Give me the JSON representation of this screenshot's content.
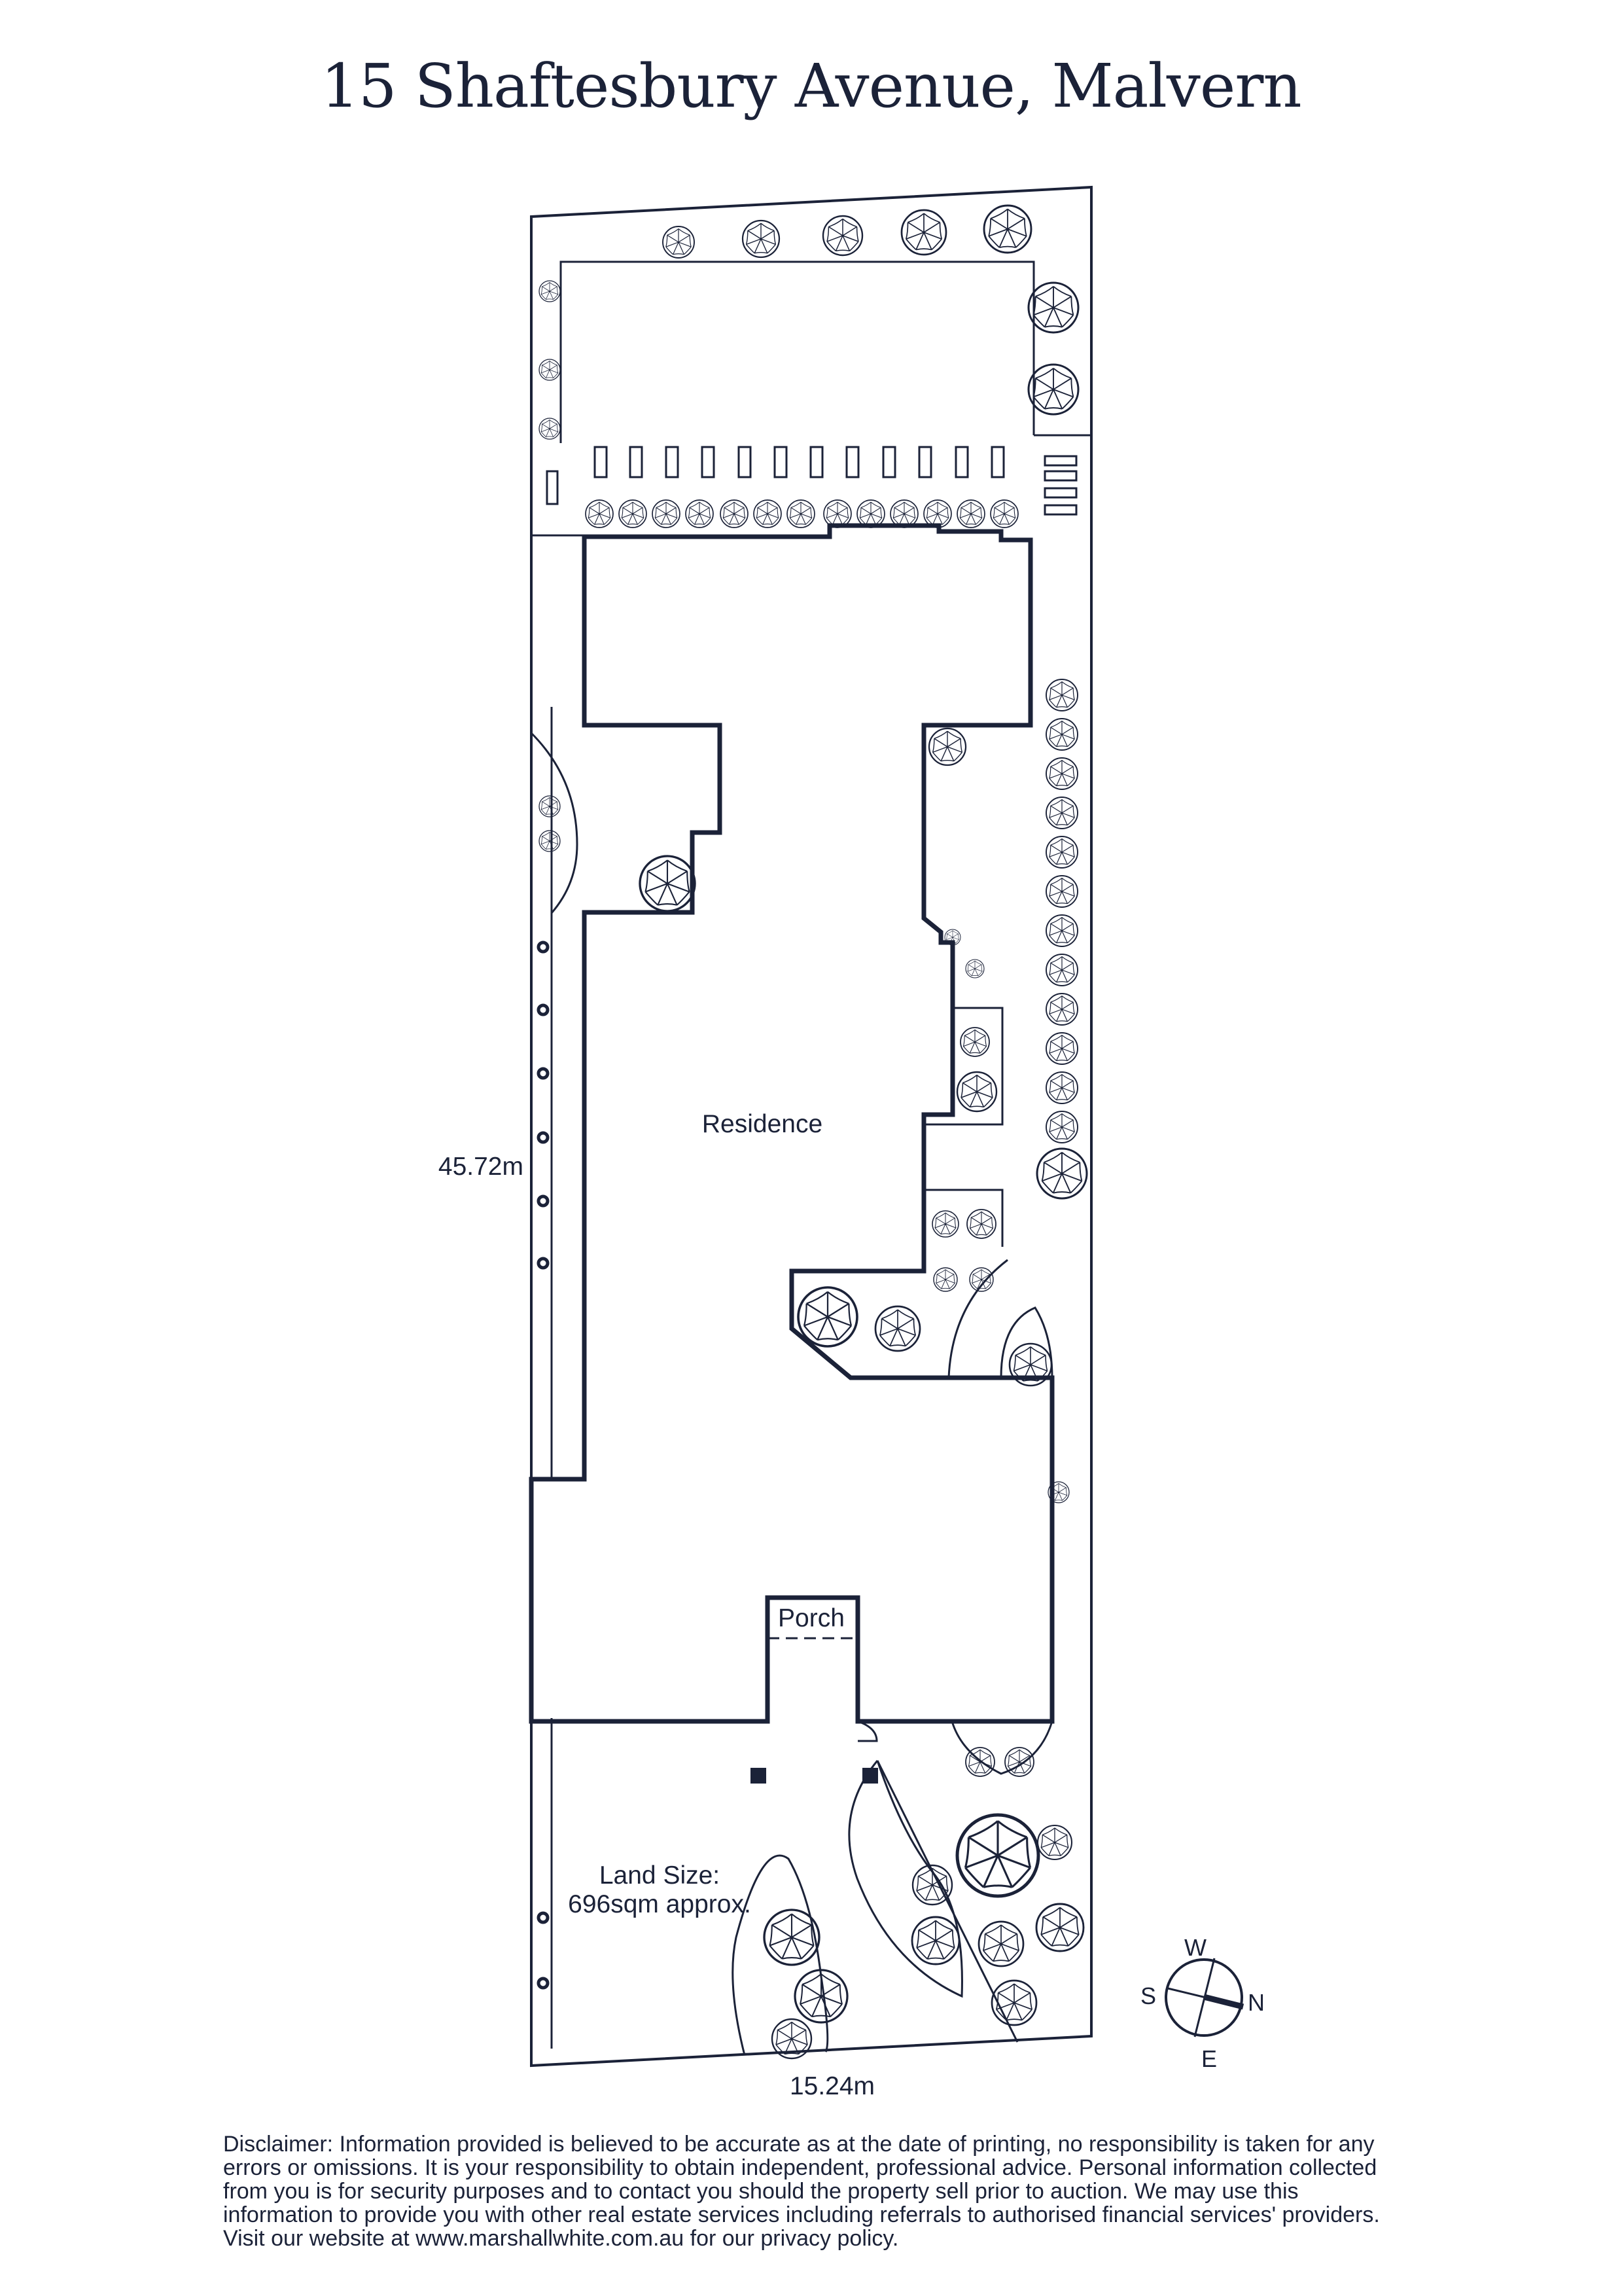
{
  "title": "15 Shaftesbury Avenue, Malvern",
  "labels": {
    "residence": "Residence",
    "porch": "Porch",
    "depth": "45.72m",
    "frontage": "15.24m",
    "land_size_line1": "Land Size:",
    "land_size_line2": "696sqm approx."
  },
  "compass": {
    "north": "N",
    "south": "S",
    "east": "E",
    "west": "W"
  },
  "disclaimer": "Disclaimer: Information provided is believed to be accurate as at the date of printing, no responsibility is taken for any errors or omissions. It is your responsibility to obtain independent, professional advice. Personal information collected from you is for security purposes and to contact you should the property sell prior to auction. We may use this information to provide you with other real estate services including referrals to authorised financial services' providers. Visit our website at www.marshallwhite.com.au for our privacy policy.",
  "colors": {
    "ink": "#1b2238",
    "background": "#ffffff"
  }
}
